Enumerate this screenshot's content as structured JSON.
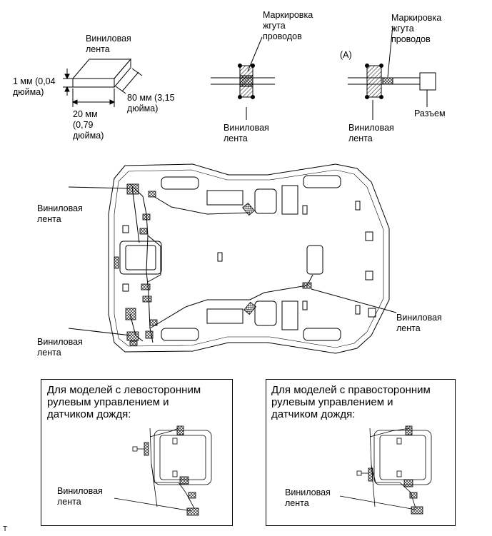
{
  "top": {
    "tape_dims": {
      "tape_label": "Виниловая\nлента",
      "thickness": "1 мм (0,04\nдюйма)",
      "width": "20 мм\n(0,79\nдюйма)",
      "length": "80 мм (3,15\nдюйма)"
    },
    "middle": {
      "marking_label": "Маркировка\nжгута\nпроводов",
      "tape_label": "Виниловая\nлента"
    },
    "right": {
      "a_label": "(A)",
      "marking_label": "Маркировка\nжгута\nпроводов",
      "tape_label": "Виниловая\nлента",
      "connector_label": "Разъем"
    }
  },
  "main": {
    "tape_labels": [
      "Виниловая\nлента",
      "Виниловая\nлента",
      "Виниловая\nлента"
    ]
  },
  "insets": {
    "lhd": {
      "title": "Для моделей с левосторонним\nрулевым управлением и\nдатчиком дождя:",
      "tape_label": "Виниловая\nлента"
    },
    "rhd": {
      "title": "Для моделей с правосторонним\nрулевым управлением и\nдатчиком дождя:",
      "tape_label": "Виниловая\nлента"
    }
  },
  "footer_mark": "T"
}
